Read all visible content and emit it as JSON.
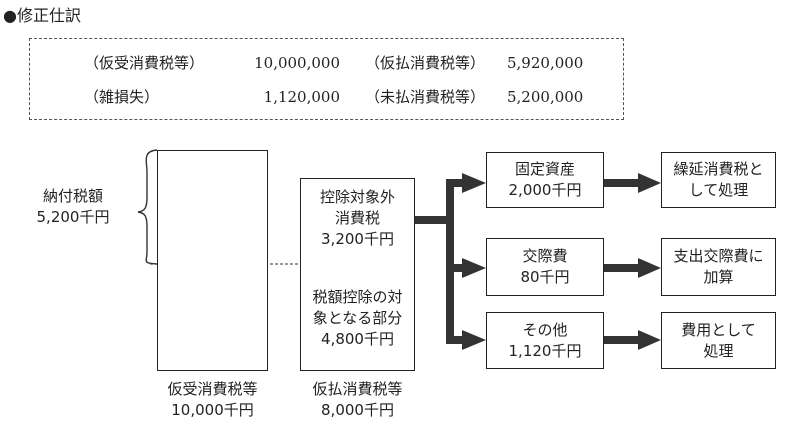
{
  "title": "●修正仕訳",
  "journal": {
    "rows": [
      {
        "debit_label": "（仮受消費税等）",
        "debit_amount": "10,000,000",
        "credit_label": "（仮払消費税等）",
        "credit_amount": "5,920,000"
      },
      {
        "debit_label": "（雑損失）",
        "debit_amount": "1,120,000",
        "credit_label": "（未払消費税等）",
        "credit_amount": "5,200,000"
      }
    ]
  },
  "diagram": {
    "payable": {
      "label": "納付税額",
      "amount": "5,200千円"
    },
    "received": {
      "label": "仮受消費税等",
      "amount": "10,000千円"
    },
    "paid": {
      "label": "仮払消費税等",
      "amount": "8,000千円"
    },
    "paid_upper": {
      "line1": "控除対象外",
      "line2": "消費税",
      "amount": "3,200千円"
    },
    "paid_lower": {
      "line1": "税額控除の対",
      "line2": "象となる部分",
      "amount": "4,800千円"
    },
    "branches": [
      {
        "label": "固定資産",
        "amount": "2,000千円",
        "result_line1": "繰延消費税と",
        "result_line2": "して処理"
      },
      {
        "label": "交際費",
        "amount": "80千円",
        "result_line1": "支出交際費に",
        "result_line2": "加算"
      },
      {
        "label": "その他",
        "amount": "1,120千円",
        "result_line1": "費用として",
        "result_line2": "処理"
      }
    ]
  }
}
